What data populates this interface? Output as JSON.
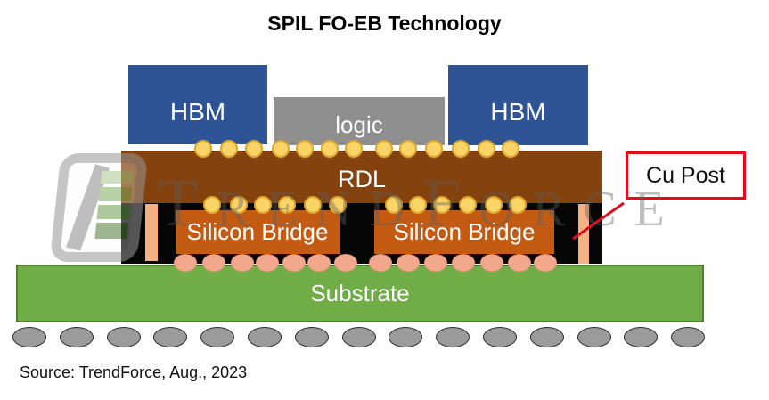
{
  "title": "SPIL FO-EB Technology",
  "source": "Source: TrendForce, Aug., 2023",
  "watermark": {
    "text": "TrendForce",
    "letters": [
      "T",
      "R",
      "E",
      "N",
      "D",
      "F",
      "O",
      "R",
      "C",
      "E"
    ]
  },
  "labels": {
    "hbm_left": "HBM",
    "hbm_right": "HBM",
    "logic": "logic",
    "rdl": "RDL",
    "bridge_left": "Silicon Bridge",
    "bridge_right": "Silicon Bridge",
    "substrate": "Substrate",
    "cu_post": "Cu Post"
  },
  "bumps": {
    "top_row": {
      "count": 13,
      "fill": "#FBD468",
      "stroke": "#DCA62A"
    },
    "bridge_row": {
      "count": 12,
      "fill": "#FBD468",
      "stroke": "#DCA62A"
    },
    "under_bridge_row": {
      "count": 14,
      "fill": "#F2A88C",
      "stroke": "#E5947B"
    },
    "solder_balls": {
      "count": 15,
      "fill": "#9B9B9B",
      "stroke": "#2B2B2B"
    }
  },
  "colors": {
    "hbm": "#2F5496",
    "logic": "#8F8F8F",
    "rdl": "#84420E",
    "bridge": "#C45B13",
    "cu_post": "#F4B183",
    "black_layer": "#060606",
    "substrate": "#70AD47",
    "substrate_border": "#507E32",
    "red": "#E30B1E"
  }
}
